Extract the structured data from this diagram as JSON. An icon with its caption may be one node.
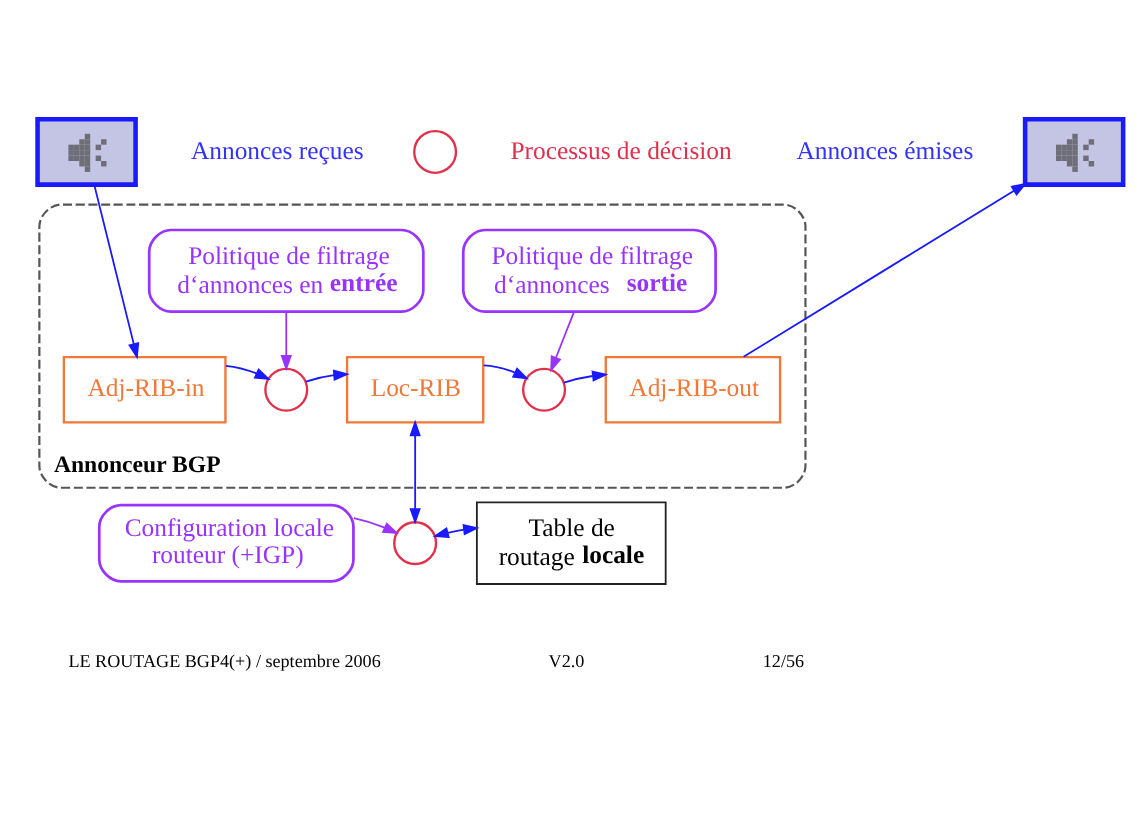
{
  "diagram": {
    "nodes": [
      {
        "text": [],
        "shape": "picture",
        "beside": [
          "Annonces reçues"
        ]
      },
      {
        "text": [],
        "shape": "circle",
        "beside": [
          "Processus de décision"
        ]
      },
      {
        "text": [],
        "shape": "picture",
        "beside": [
          "Annonces émises"
        ]
      },
      {
        "text": [
          "Annonceur BGP"
        ]
      },
      {
        "text": [
          "Politique de filtrage d‘annonces en **entrée**"
        ],
        "in": 3
      },
      {
        "text": [
          "Politique de filtrage d‘annonces **sortie**"
        ],
        "in": 3
      },
      {
        "text": [
          "Adj-RIB-in"
        ],
        "in": 3
      },
      {
        "text": [],
        "shape": "circle",
        "in": 3
      },
      {
        "text": [
          "Loc-RIB"
        ],
        "in": 3
      },
      {
        "text": [],
        "shape": "circle",
        "in": 3
      },
      {
        "text": [
          "Adj-RIB-out"
        ],
        "in": 3
      },
      {
        "text": [
          "Configuration locale routeur (+IGP)"
        ]
      },
      {
        "text": [],
        "shape": "circle"
      },
      {
        "text": [
          "Table de routage **locale**"
        ]
      }
    ],
    "edges": [
      {
        "from": 0,
        "to": 6,
        "arrow": "to"
      },
      {
        "from": 4,
        "to": 7,
        "arrow": "to",
        "color": "#9933ff"
      },
      {
        "from": 6,
        "to": 7,
        "arrow": "to"
      },
      {
        "from": 7,
        "to": 8,
        "arrow": "to"
      },
      {
        "from": 5,
        "to": 9,
        "arrow": "to",
        "color": "#9933ff"
      },
      {
        "from": 8,
        "to": 9,
        "arrow": "to"
      },
      {
        "from": 9,
        "to": 10,
        "arrow": "to"
      },
      {
        "from": 10,
        "to": 2,
        "arrow": "to"
      },
      {
        "from": 8,
        "to": 12,
        "arrow": "both"
      },
      {
        "from": 11,
        "to": 12,
        "arrow": "to",
        "color": "#9933ff"
      },
      {
        "from": 12,
        "to": 13,
        "arrow": "both"
      }
    ],
    "labels": [
      "LE ROUTAGE BGP4(+) / septembre 2006",
      "V2.0",
      "12/56"
    ]
  }
}
